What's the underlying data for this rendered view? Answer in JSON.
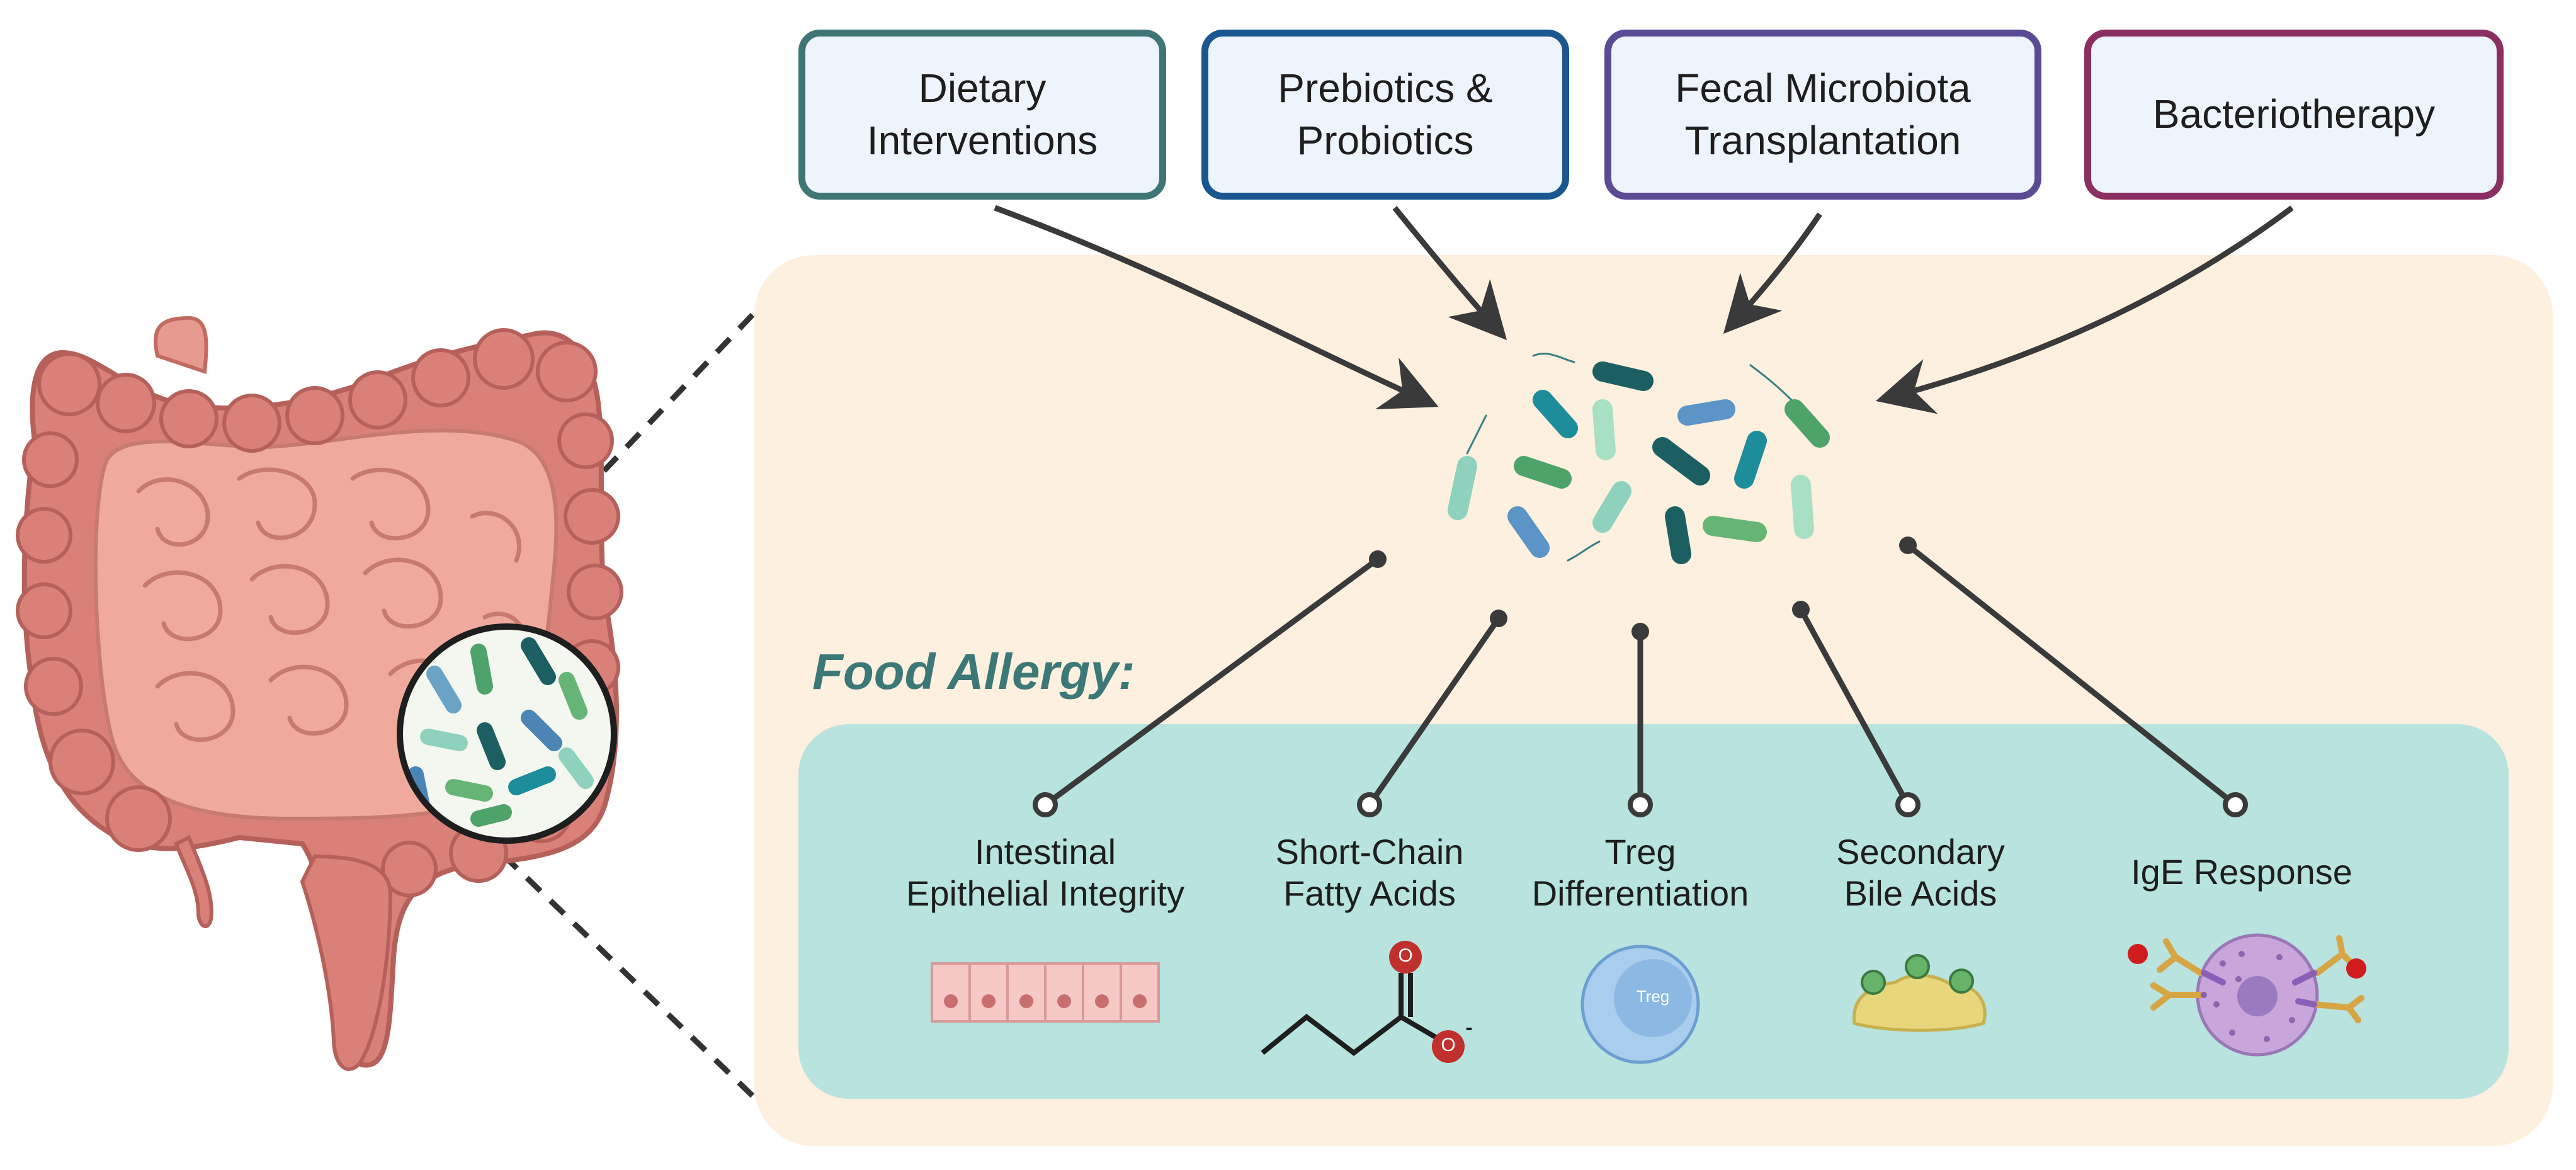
{
  "interventions": [
    {
      "line1": "Dietary",
      "line2": "Interventions",
      "color": "#3e7676"
    },
    {
      "line1": "Prebiotics &",
      "line2": "Probiotics",
      "color": "#1a568f"
    },
    {
      "line1": "Fecal Microbiota",
      "line2": "Transplantation",
      "color": "#5b4a94"
    },
    {
      "line1": "Bacteriotherapy",
      "line2": "",
      "color": "#8b2f62"
    }
  ],
  "section_title": "Food Allergy:",
  "outcomes": [
    {
      "line1": "Intestinal",
      "line2": "Epithelial Integrity",
      "icon": "epithelium-icon"
    },
    {
      "line1": "Short-Chain",
      "line2": "Fatty Acids",
      "icon": "butyrate-molecule-icon"
    },
    {
      "line1": "Treg",
      "line2": "Differentiation",
      "icon": "treg-cell-icon"
    },
    {
      "line1": "Secondary",
      "line2": "Bile Acids",
      "icon": "bile-acid-icon"
    },
    {
      "line1": "IgE Response",
      "line2": "",
      "icon": "mast-cell-ige-icon"
    }
  ],
  "treg_label": "Treg",
  "molecule": {
    "oxygen": "O",
    "charge": "-"
  },
  "colors": {
    "panel_bg": "#fdf0df",
    "inner_panel_bg": "#b8e3df",
    "title_color": "#3d7878",
    "arrow": "#3a3a3a",
    "intestine": "#d98079"
  }
}
